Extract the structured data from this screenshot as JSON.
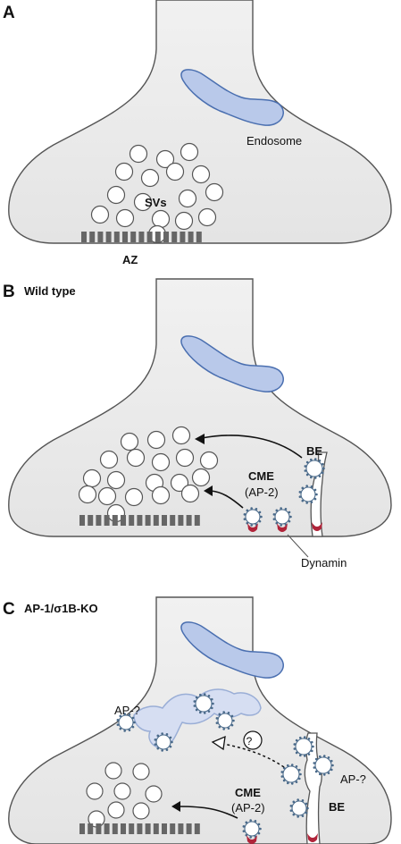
{
  "panels": [
    {
      "letter": "A",
      "title": ""
    },
    {
      "letter": "B",
      "title": "Wild type"
    },
    {
      "letter": "C",
      "title": "AP-1/σ1B-KO"
    }
  ],
  "labels": {
    "a": {
      "endosome": "Endosome",
      "svs": "SVs",
      "az": "AZ"
    },
    "b": {
      "be": "BE",
      "cme": "CME",
      "ap2": "(AP-2)",
      "dynamin": "Dynamin"
    },
    "c": {
      "ap_left": "AP-?",
      "question": "?",
      "ap_right": "AP-?",
      "cme": "CME",
      "ap2": "(AP-2)",
      "be": "BE"
    }
  },
  "colors": {
    "terminal_fill": "#e8e8e8",
    "terminal_stroke": "#555555",
    "endosome_fill": "#b9c9ea",
    "endosome_stroke": "#4a6fb0",
    "az_bar": "#666666",
    "dynamin": "#b0243a",
    "coat": "#4a6a8a"
  }
}
